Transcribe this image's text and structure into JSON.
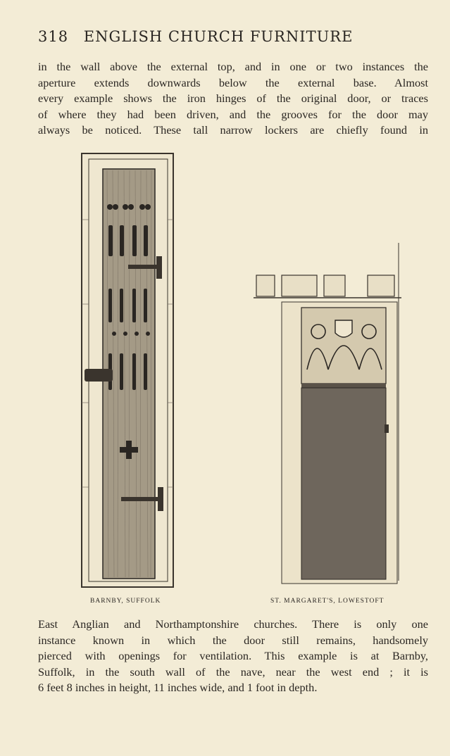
{
  "header": {
    "page_number": "318",
    "running_title": "ENGLISH CHURCH FURNITURE"
  },
  "paragraph_top": [
    "in the wall above the external top, and in one or two instances the",
    "aperture extends downwards below the external base. Almost",
    "every example shows the iron hinges of the original door, or traces",
    "of where they had been driven, and the grooves for the door may",
    "always be noticed. These tall narrow lockers are chiefly found in"
  ],
  "figures": [
    {
      "caption": "BARNBY, SUFFOLK"
    },
    {
      "caption": "ST. MARGARET'S, LOWESTOFT"
    }
  ],
  "paragraph_bottom": [
    "East Anglian and Northamptonshire churches. There is only one",
    "instance known in which the door still remains, handsomely",
    "pierced with openings for ventilation. This example is at Barnby,",
    "Suffolk, in the south wall of the nave, near the west end ; it is",
    "6 feet 8 inches in height, 11 inches wide, and 1 foot in depth."
  ],
  "colors": {
    "paper": "#f3ecd6",
    "ink": "#2a2622",
    "wood": "#a49a86"
  }
}
